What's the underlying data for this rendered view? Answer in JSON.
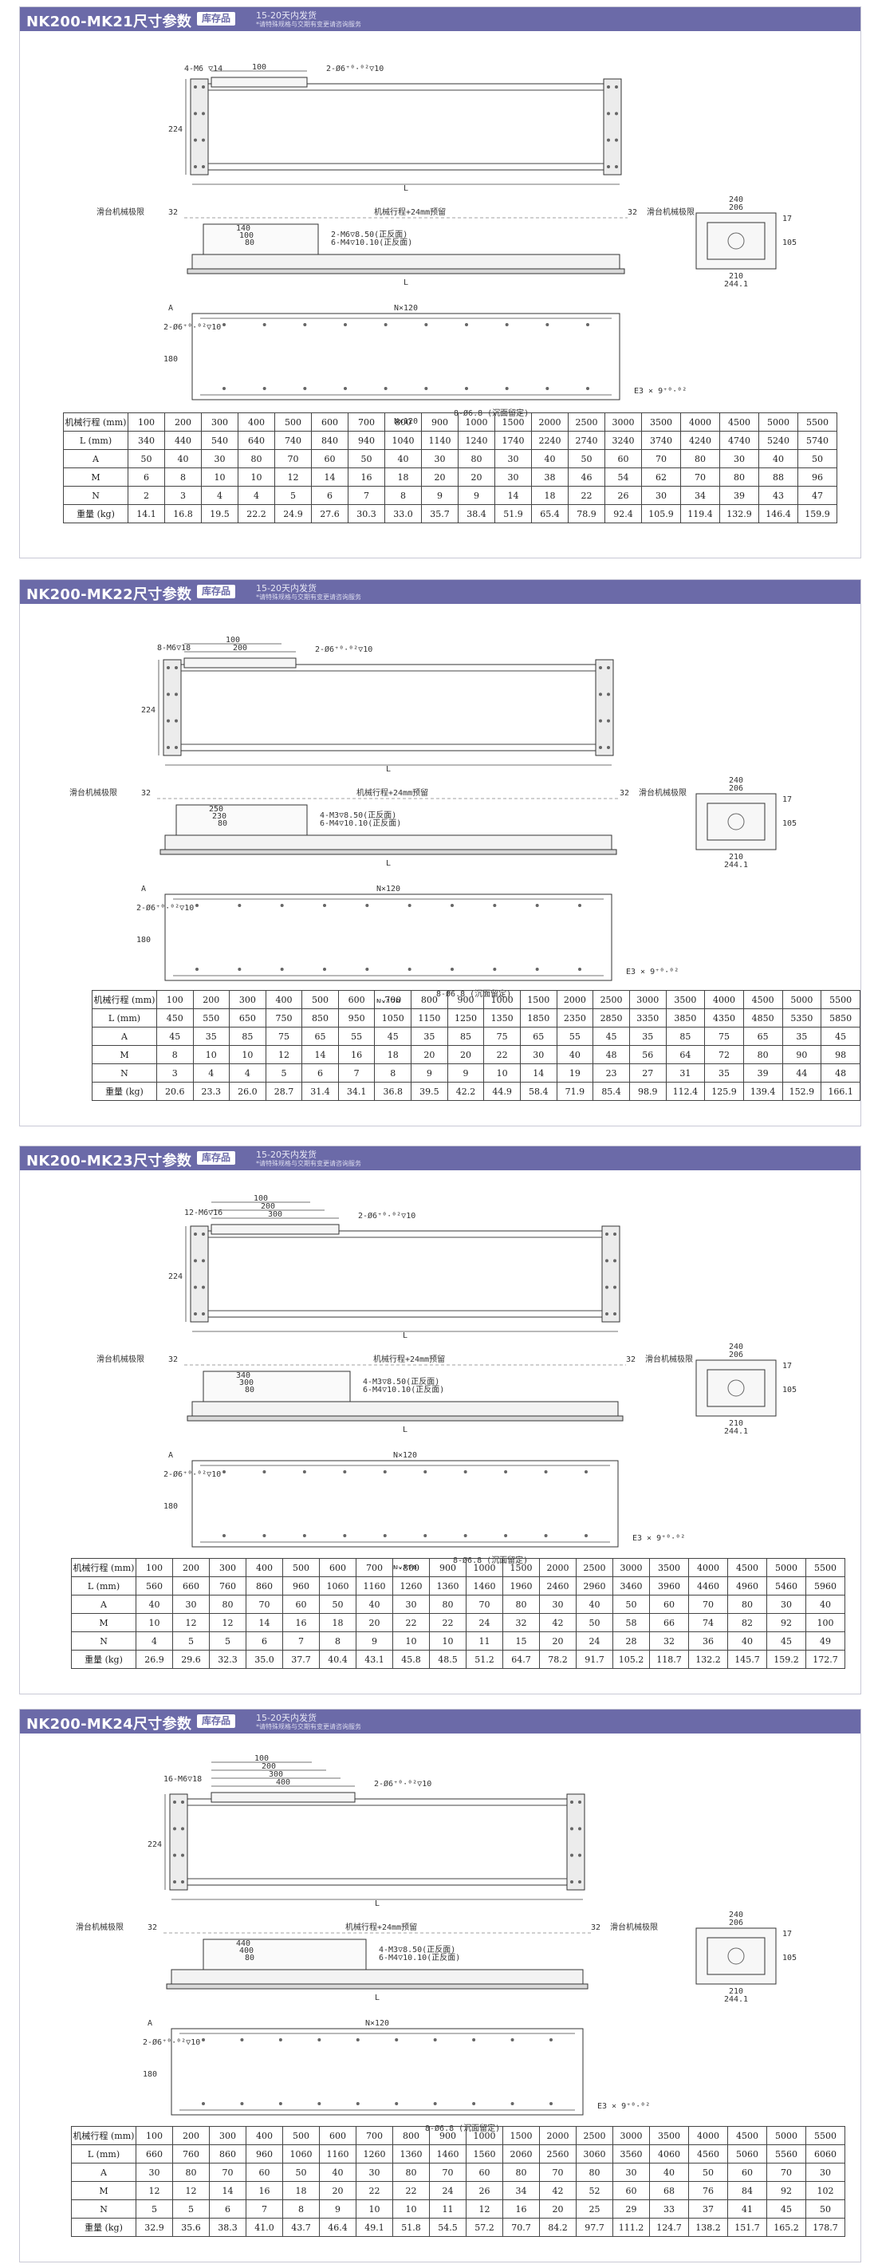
{
  "header_note": "15-20天内发货",
  "header_sub": "*请特殊规格与交期有变更请咨询服务",
  "badge": "库存品",
  "labels": {
    "stroke_reserve": "机械行程+24mm预留",
    "slide_limit": "滑台机械极限",
    "dim32": "32",
    "L": "L",
    "nx120": "N×120",
    "hole_8": "8-Ø6.8 (沉面留定)",
    "e3": "E3 × 9⁺⁰·⁰²",
    "w240": "240",
    "w206": "206",
    "w210": "210",
    "w244": "244.1",
    "h17": "17",
    "h105": "105"
  },
  "sections": [
    {
      "title": "NK200-MK21尺寸参数",
      "top_note": "4-M6 ▽14",
      "dims_top": [
        "100"
      ],
      "side_h": "224",
      "carriage": [
        "140",
        "100",
        "80"
      ],
      "tap1": "2-M6▽8.50(正反面)",
      "tap2": "6-M4▽10.10(正反面)",
      "pin": "2-Ø6⁺⁰·⁰²▽10",
      "rows": [
        {
          "label": "机械行程 (mm)",
          "values": [
            "100",
            "200",
            "300",
            "400",
            "500",
            "600",
            "700",
            "800",
            "900",
            "1000",
            "1500",
            "2000",
            "2500",
            "3000",
            "3500",
            "4000",
            "4500",
            "5000",
            "5500"
          ]
        },
        {
          "label": "L (mm)",
          "values": [
            "340",
            "440",
            "540",
            "640",
            "740",
            "840",
            "940",
            "1040",
            "1140",
            "1240",
            "1740",
            "2240",
            "2740",
            "3240",
            "3740",
            "4240",
            "4740",
            "5240",
            "5740"
          ]
        },
        {
          "label": "A",
          "values": [
            "50",
            "40",
            "30",
            "80",
            "70",
            "60",
            "50",
            "40",
            "30",
            "80",
            "30",
            "40",
            "50",
            "60",
            "70",
            "80",
            "30",
            "40",
            "50"
          ]
        },
        {
          "label": "M",
          "values": [
            "6",
            "8",
            "10",
            "10",
            "12",
            "14",
            "16",
            "18",
            "20",
            "20",
            "30",
            "38",
            "46",
            "54",
            "62",
            "70",
            "80",
            "88",
            "96"
          ]
        },
        {
          "label": "N",
          "values": [
            "2",
            "3",
            "4",
            "4",
            "5",
            "6",
            "7",
            "8",
            "9",
            "9",
            "14",
            "18",
            "22",
            "26",
            "30",
            "34",
            "39",
            "43",
            "47"
          ]
        },
        {
          "label": "重量 (kg)",
          "values": [
            "14.1",
            "16.8",
            "19.5",
            "22.2",
            "24.9",
            "27.6",
            "30.3",
            "33.0",
            "35.7",
            "38.4",
            "51.9",
            "65.4",
            "78.9",
            "92.4",
            "105.9",
            "119.4",
            "132.9",
            "146.4",
            "159.9"
          ]
        }
      ]
    },
    {
      "title": "NK200-MK22尺寸参数",
      "top_note": "8-M6▽18",
      "dims_top": [
        "200",
        "100"
      ],
      "side_h": "224",
      "carriage": [
        "250",
        "230",
        "80"
      ],
      "tap1": "4-M3▽8.50(正反面)",
      "tap2": "6-M4▽10.10(正反面)",
      "pin": "2-Ø6⁺⁰·⁰²▽10",
      "rows": [
        {
          "label": "机械行程 (mm)",
          "values": [
            "100",
            "200",
            "300",
            "400",
            "500",
            "600",
            "700",
            "800",
            "900",
            "1000",
            "1500",
            "2000",
            "2500",
            "3000",
            "3500",
            "4000",
            "4500",
            "5000",
            "5500"
          ]
        },
        {
          "label": "L (mm)",
          "values": [
            "450",
            "550",
            "650",
            "750",
            "850",
            "950",
            "1050",
            "1150",
            "1250",
            "1350",
            "1850",
            "2350",
            "2850",
            "3350",
            "3850",
            "4350",
            "4850",
            "5350",
            "5850"
          ]
        },
        {
          "label": "A",
          "values": [
            "45",
            "35",
            "85",
            "75",
            "65",
            "55",
            "45",
            "35",
            "85",
            "75",
            "65",
            "55",
            "45",
            "35",
            "85",
            "75",
            "65",
            "35",
            "45"
          ]
        },
        {
          "label": "M",
          "values": [
            "8",
            "10",
            "10",
            "12",
            "14",
            "16",
            "18",
            "20",
            "20",
            "22",
            "30",
            "40",
            "48",
            "56",
            "64",
            "72",
            "80",
            "90",
            "98"
          ]
        },
        {
          "label": "N",
          "values": [
            "3",
            "4",
            "4",
            "5",
            "6",
            "7",
            "8",
            "9",
            "9",
            "10",
            "14",
            "19",
            "23",
            "27",
            "31",
            "35",
            "39",
            "44",
            "48"
          ]
        },
        {
          "label": "重量 (kg)",
          "values": [
            "20.6",
            "23.3",
            "26.0",
            "28.7",
            "31.4",
            "34.1",
            "36.8",
            "39.5",
            "42.2",
            "44.9",
            "58.4",
            "71.9",
            "85.4",
            "98.9",
            "112.4",
            "125.9",
            "139.4",
            "152.9",
            "166.1"
          ]
        }
      ]
    },
    {
      "title": "NK200-MK23尺寸参数",
      "top_note": "12-M6▽16",
      "dims_top": [
        "300",
        "200",
        "100"
      ],
      "side_h": "224",
      "carriage": [
        "340",
        "300",
        "80"
      ],
      "tap1": "4-M3▽8.50(正反面)",
      "tap2": "6-M4▽10.10(正反面)",
      "pin": "2-Ø6⁺⁰·⁰²▽10",
      "rows": [
        {
          "label": "机械行程 (mm)",
          "values": [
            "100",
            "200",
            "300",
            "400",
            "500",
            "600",
            "700",
            "800",
            "900",
            "1000",
            "1500",
            "2000",
            "2500",
            "3000",
            "3500",
            "4000",
            "4500",
            "5000",
            "5500"
          ]
        },
        {
          "label": "L (mm)",
          "values": [
            "560",
            "660",
            "760",
            "860",
            "960",
            "1060",
            "1160",
            "1260",
            "1360",
            "1460",
            "1960",
            "2460",
            "2960",
            "3460",
            "3960",
            "4460",
            "4960",
            "5460",
            "5960"
          ]
        },
        {
          "label": "A",
          "values": [
            "40",
            "30",
            "80",
            "70",
            "60",
            "50",
            "40",
            "30",
            "80",
            "70",
            "80",
            "30",
            "40",
            "50",
            "60",
            "70",
            "80",
            "30",
            "40"
          ]
        },
        {
          "label": "M",
          "values": [
            "10",
            "12",
            "12",
            "14",
            "16",
            "18",
            "20",
            "22",
            "22",
            "24",
            "32",
            "42",
            "50",
            "58",
            "66",
            "74",
            "82",
            "92",
            "100"
          ]
        },
        {
          "label": "N",
          "values": [
            "4",
            "5",
            "5",
            "6",
            "7",
            "8",
            "9",
            "10",
            "10",
            "11",
            "15",
            "20",
            "24",
            "28",
            "32",
            "36",
            "40",
            "45",
            "49"
          ]
        },
        {
          "label": "重量 (kg)",
          "values": [
            "26.9",
            "29.6",
            "32.3",
            "35.0",
            "37.7",
            "40.4",
            "43.1",
            "45.8",
            "48.5",
            "51.2",
            "64.7",
            "78.2",
            "91.7",
            "105.2",
            "118.7",
            "132.2",
            "145.7",
            "159.2",
            "172.7"
          ]
        }
      ]
    },
    {
      "title": "NK200-MK24尺寸参数",
      "top_note": "16-M6▽18",
      "dims_top": [
        "400",
        "300",
        "200",
        "100"
      ],
      "side_h": "224",
      "carriage": [
        "440",
        "400",
        "80"
      ],
      "tap1": "4-M3▽8.50(正反面)",
      "tap2": "6-M4▽10.10(正反面)",
      "pin": "2-Ø6⁺⁰·⁰²▽10",
      "rows": [
        {
          "label": "机械行程 (mm)",
          "values": [
            "100",
            "200",
            "300",
            "400",
            "500",
            "600",
            "700",
            "800",
            "900",
            "1000",
            "1500",
            "2000",
            "2500",
            "3000",
            "3500",
            "4000",
            "4500",
            "5000",
            "5500"
          ]
        },
        {
          "label": "L (mm)",
          "values": [
            "660",
            "760",
            "860",
            "960",
            "1060",
            "1160",
            "1260",
            "1360",
            "1460",
            "1560",
            "2060",
            "2560",
            "3060",
            "3560",
            "4060",
            "4560",
            "5060",
            "5560",
            "6060"
          ]
        },
        {
          "label": "A",
          "values": [
            "30",
            "80",
            "70",
            "60",
            "50",
            "40",
            "30",
            "80",
            "70",
            "60",
            "80",
            "70",
            "80",
            "30",
            "40",
            "50",
            "60",
            "70",
            "30"
          ]
        },
        {
          "label": "M",
          "values": [
            "12",
            "12",
            "14",
            "16",
            "18",
            "20",
            "22",
            "22",
            "24",
            "26",
            "34",
            "42",
            "52",
            "60",
            "68",
            "76",
            "84",
            "92",
            "102"
          ]
        },
        {
          "label": "N",
          "values": [
            "5",
            "5",
            "6",
            "7",
            "8",
            "9",
            "10",
            "10",
            "11",
            "12",
            "16",
            "20",
            "25",
            "29",
            "33",
            "37",
            "41",
            "45",
            "50"
          ]
        },
        {
          "label": "重量 (kg)",
          "values": [
            "32.9",
            "35.6",
            "38.3",
            "41.0",
            "43.7",
            "46.4",
            "49.1",
            "51.8",
            "54.5",
            "57.2",
            "70.7",
            "84.2",
            "97.7",
            "111.2",
            "124.7",
            "138.2",
            "151.7",
            "165.2",
            "178.7"
          ]
        }
      ]
    }
  ]
}
